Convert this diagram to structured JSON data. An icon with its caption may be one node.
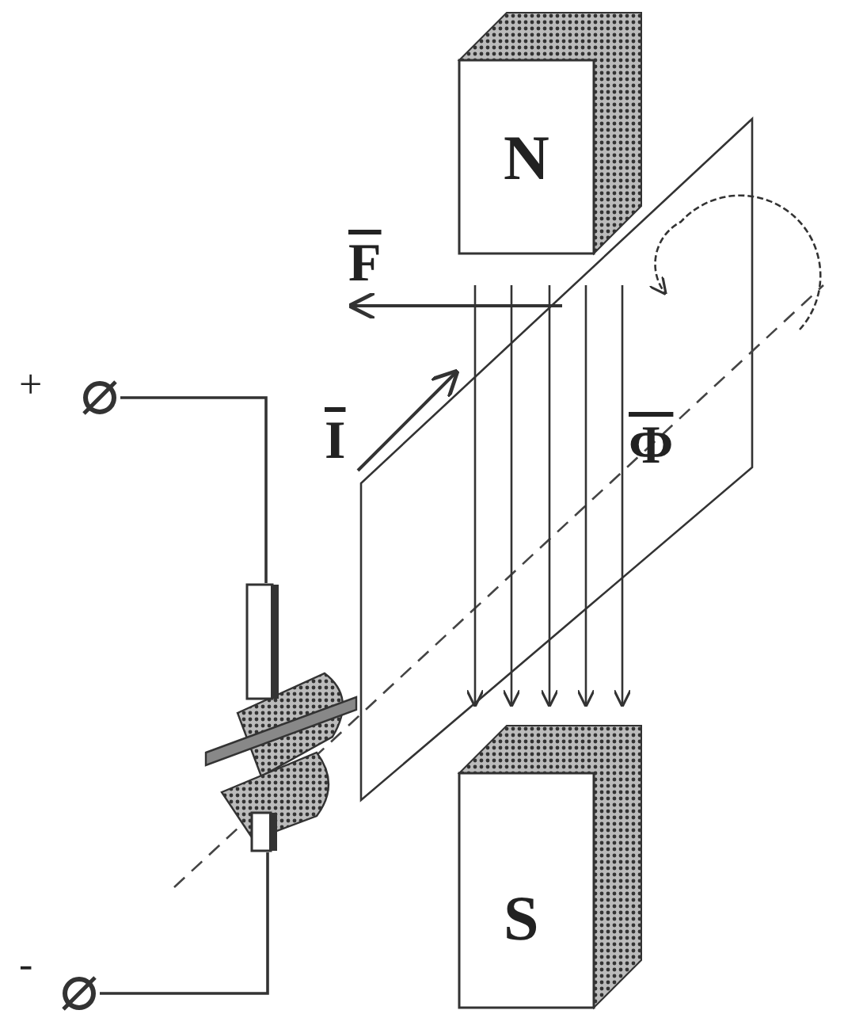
{
  "diagram": {
    "nodes": [
      {
        "text": [
          "N"
        ]
      },
      {
        "text": [
          "S"
        ]
      },
      {
        "text": [],
        "shape": "circle",
        "beside": [
          "+"
        ]
      },
      {
        "text": [],
        "shape": "circle",
        "beside": [
          "-"
        ]
      },
      {
        "text": [],
        "shape": "bar"
      },
      {
        "text": [],
        "shape": "bar"
      }
    ],
    "edges": [
      {
        "from": 2,
        "to": 4,
        "arrow": "none"
      },
      {
        "from": 3,
        "to": 5,
        "arrow": "none"
      }
    ],
    "labels": [
      "F",
      "I",
      "Φ"
    ]
  }
}
